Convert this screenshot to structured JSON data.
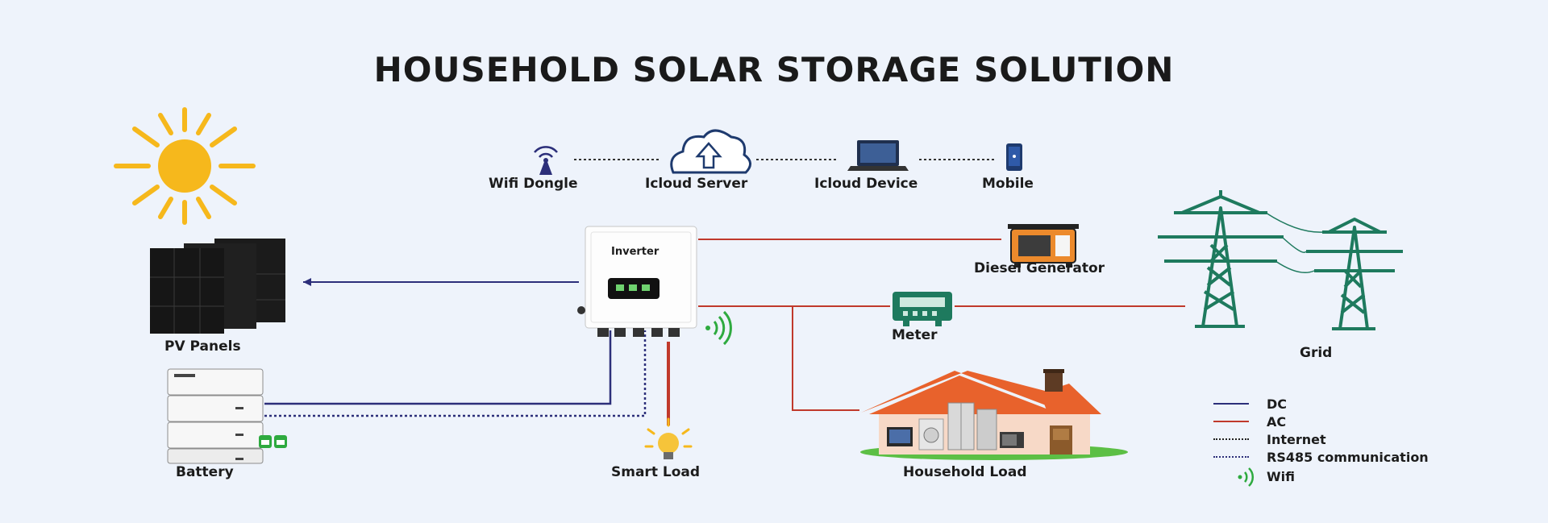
{
  "title": "HOUSEHOLD SOLAR STORAGE SOLUTION",
  "nodes": {
    "pv_panels": "PV Panels",
    "battery": "Battery",
    "inverter": "Inverter",
    "smart_load": "Smart Load",
    "diesel_generator": "Diesel Generator",
    "meter": "Meter",
    "grid": "Grid",
    "household_load": "Household Load"
  },
  "monitoring": {
    "wifi_dongle": "Wifi Dongle",
    "icloud_server": "Icloud Server",
    "icloud_device": "Icloud Device",
    "mobile": "Mobile"
  },
  "legend": [
    {
      "label": "DC",
      "style": "solid",
      "color": "#2c2f7a"
    },
    {
      "label": "AC",
      "style": "solid",
      "color": "#c0392b"
    },
    {
      "label": "Internet",
      "style": "dotted",
      "color": "#222222"
    },
    {
      "label": "RS485 communication",
      "style": "dotted",
      "color": "#2c2f7a"
    },
    {
      "label": "Wifi",
      "style": "wifi",
      "color": "#2eaa3f"
    }
  ],
  "colors": {
    "dc": "#2c2f7a",
    "ac": "#c0392b",
    "tower": "#1e7a5e",
    "sun": "#f6b81c",
    "roof": "#e8622c",
    "wifi": "#2eaa3f"
  }
}
